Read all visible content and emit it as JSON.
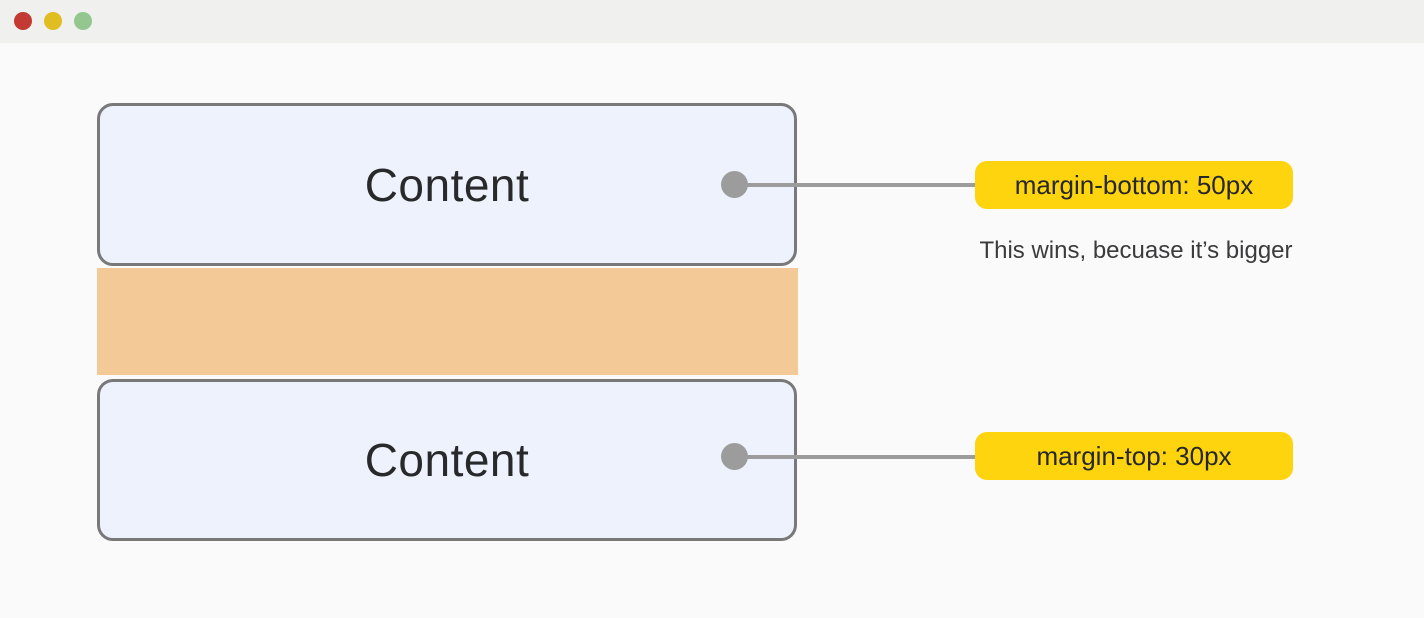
{
  "window": {
    "controls": [
      {
        "name": "close",
        "color": "#c23a31"
      },
      {
        "name": "minimize",
        "color": "#e0bd20"
      },
      {
        "name": "maximize",
        "color": "#94c78f"
      }
    ],
    "titlebar_bg": "#f0f0ef",
    "canvas_bg": "#fafafa"
  },
  "colors": {
    "box_fill": "#eef2fc",
    "box_border": "#797979",
    "collapsed_margin_fill": "#f4c998",
    "connector_gray": "#9c9c9c",
    "badge_yellow": "#fdd40e",
    "badge_text": "#26272a",
    "content_text": "#28292b",
    "caption_text": "#3b3b3d"
  },
  "diagram": {
    "top_box": {
      "label": "Content"
    },
    "bottom_box": {
      "label": "Content"
    },
    "collapsed_margin_band": {
      "color": "#f4c998"
    },
    "annotations": [
      {
        "badge_label": "margin-bottom: 50px",
        "note": "This wins, becuase it’s bigger"
      },
      {
        "badge_label": "margin-top: 30px"
      }
    ]
  }
}
